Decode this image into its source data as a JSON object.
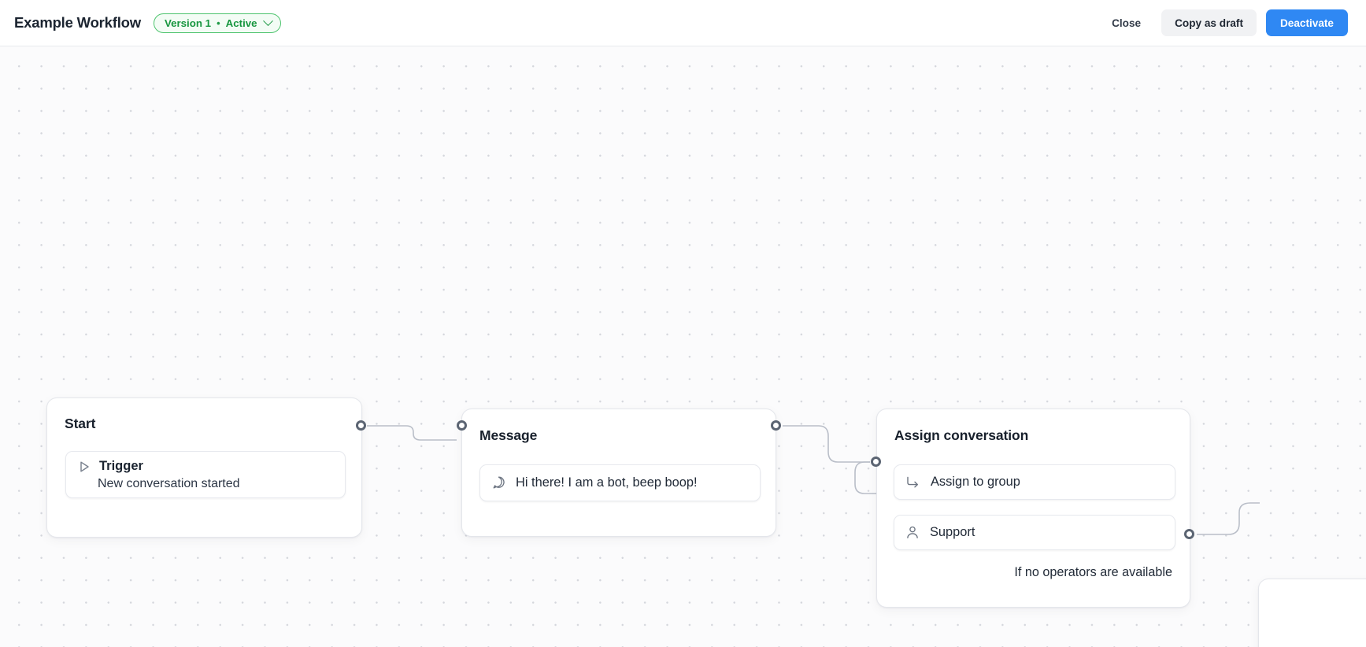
{
  "header": {
    "title": "Example Workflow",
    "version_badge": {
      "version_label": "Version 1",
      "separator": "•",
      "status_label": "Active",
      "border_color": "#4ec46e",
      "text_color": "#17963f"
    },
    "actions": {
      "close_label": "Close",
      "copy_as_draft_label": "Copy as draft",
      "deactivate_label": "Deactivate",
      "primary_color": "#2f88f3"
    }
  },
  "canvas": {
    "background_color": "#fbfbfc",
    "dot_color": "#d4d6dc"
  },
  "nodes": {
    "start": {
      "title": "Start",
      "trigger": {
        "icon": "play-triangle-icon",
        "label": "Trigger",
        "value": "New conversation started"
      }
    },
    "message": {
      "title": "Message",
      "body": {
        "icon": "speech-bubble-icon",
        "text": "Hi there! I am a bot, beep boop!"
      }
    },
    "assign": {
      "title": "Assign conversation",
      "rows": [
        {
          "icon": "arrow-turn-right-icon",
          "label": "Assign to group"
        },
        {
          "icon": "person-icon",
          "label": "Support"
        }
      ],
      "note": "If no operators are available"
    }
  }
}
